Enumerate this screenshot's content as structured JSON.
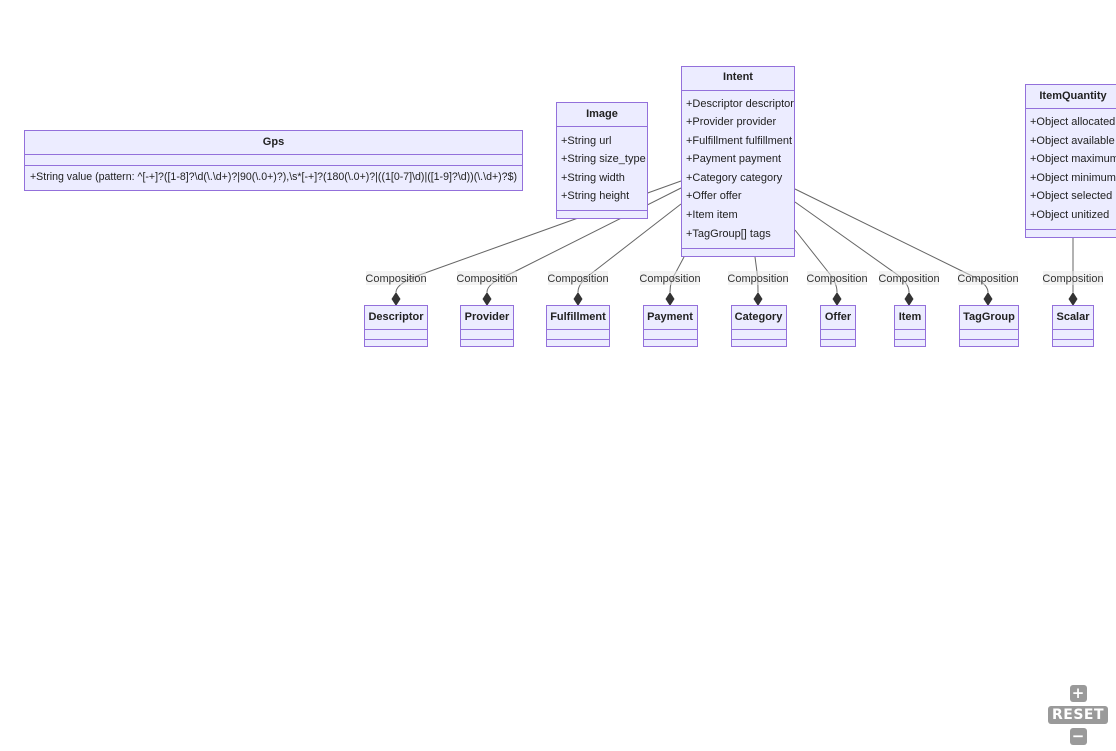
{
  "colors": {
    "class_fill": "#ececff",
    "class_stroke": "#9370db",
    "line": "#666666",
    "diamond": "#333333"
  },
  "classes": {
    "gps": {
      "name": "Gps",
      "members": [
        "+String value (pattern: ^[-+]?([1-8]?\\d(\\.\\d+)?|90(\\.0+)?),\\s*[-+]?(180(\\.0+)?|((1[0-7]\\d)|([1-9]?\\d))(\\.\\d+)?$)"
      ]
    },
    "image": {
      "name": "Image",
      "members": [
        "+String url",
        "+String size_type",
        "+String width",
        "+String height"
      ]
    },
    "intent": {
      "name": "Intent",
      "members": [
        "+Descriptor descriptor",
        "+Provider provider",
        "+Fulfillment fulfillment",
        "+Payment payment",
        "+Category category",
        "+Offer offer",
        "+Item item",
        "+TagGroup[] tags"
      ]
    },
    "itemquantity": {
      "name": "ItemQuantity",
      "members": [
        "+Object allocated",
        "+Object available",
        "+Object maximum",
        "+Object minimum",
        "+Object selected",
        "+Object unitized"
      ]
    },
    "descriptor": {
      "name": "Descriptor"
    },
    "provider": {
      "name": "Provider"
    },
    "fulfillment": {
      "name": "Fulfillment"
    },
    "payment": {
      "name": "Payment"
    },
    "category": {
      "name": "Category"
    },
    "offer": {
      "name": "Offer"
    },
    "item": {
      "name": "Item"
    },
    "taggroup": {
      "name": "TagGroup"
    },
    "scalar": {
      "name": "Scalar"
    }
  },
  "relations": [
    {
      "from": "Intent",
      "to": "Descriptor",
      "label": "Composition"
    },
    {
      "from": "Intent",
      "to": "Provider",
      "label": "Composition"
    },
    {
      "from": "Intent",
      "to": "Fulfillment",
      "label": "Composition"
    },
    {
      "from": "Intent",
      "to": "Payment",
      "label": "Composition"
    },
    {
      "from": "Intent",
      "to": "Category",
      "label": "Composition"
    },
    {
      "from": "Intent",
      "to": "Offer",
      "label": "Composition"
    },
    {
      "from": "Intent",
      "to": "Item",
      "label": "Composition"
    },
    {
      "from": "Intent",
      "to": "TagGroup",
      "label": "Composition"
    },
    {
      "from": "ItemQuantity",
      "to": "Scalar",
      "label": "Composition"
    }
  ],
  "controls": {
    "zoom_in": "+",
    "reset": "RESET",
    "zoom_out": "−"
  }
}
